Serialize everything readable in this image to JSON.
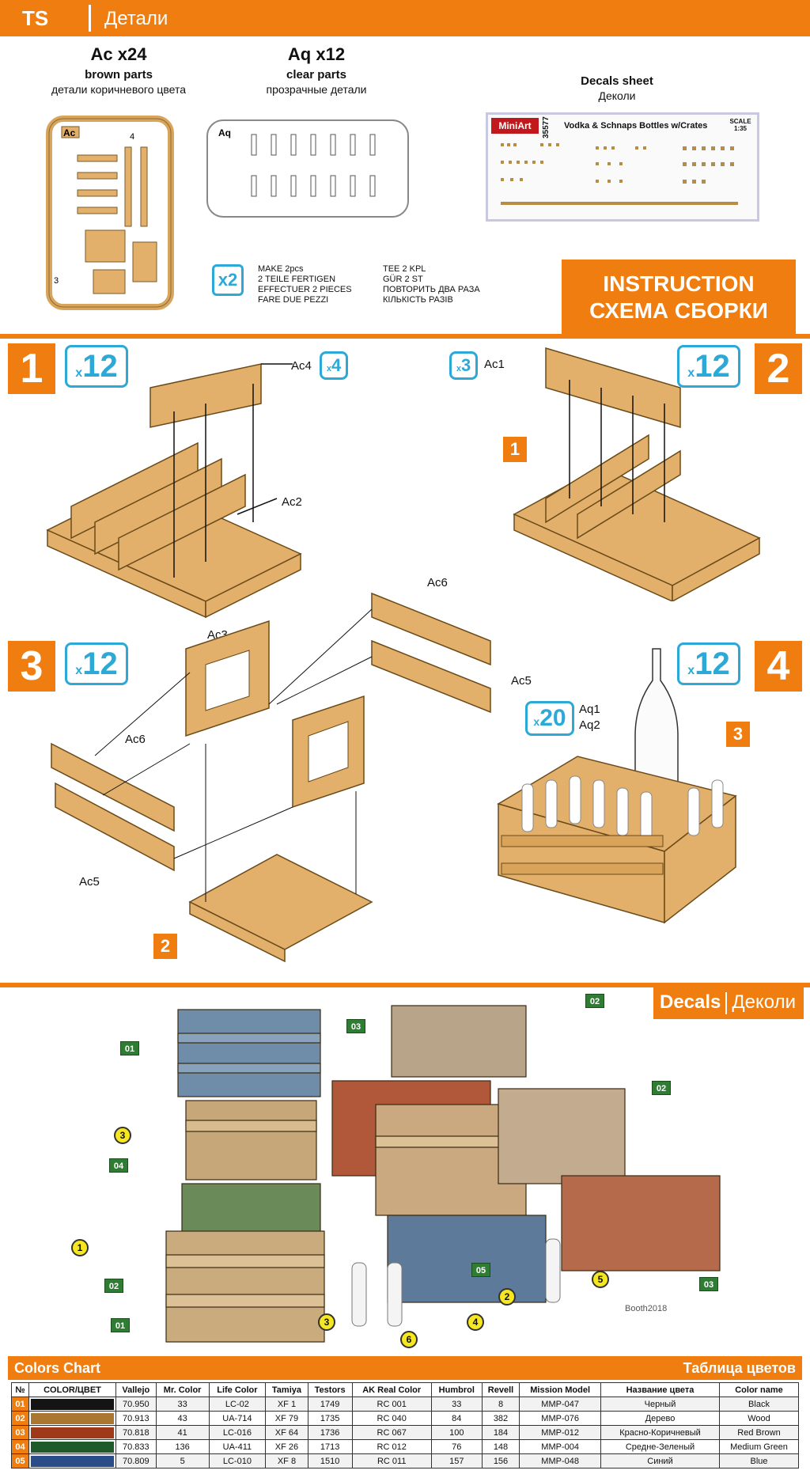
{
  "header": {
    "title_left": "TS",
    "title_right": "Детали"
  },
  "parts": {
    "ac": {
      "name": "Ac x24",
      "en": "brown parts",
      "ru": "детали коричневого цвета"
    },
    "aq": {
      "name": "Aq x12",
      "en": "clear parts",
      "ru": "прозрачные детали"
    },
    "decals": {
      "en": "Decals sheet",
      "ru": "Деколи",
      "sheet_title": "Vodka & Schnaps Bottles w/Crates",
      "brand": "MiniArt",
      "code": "35577",
      "scale": "SCALE 1:35"
    }
  },
  "make2": {
    "badge": "x2",
    "lines_left": [
      "MAKE 2pcs",
      "2 TEILE FERTIGEN",
      "EFFECTUER 2 PIECES",
      "FARE DUE PEZZI"
    ],
    "lines_right": [
      "TEE 2 KPL",
      "GÜR 2 ST",
      "ПОВТОРИТЬ ДВА РАЗА",
      "КІЛЬКІСТЬ РАЗІВ"
    ]
  },
  "instruction": {
    "line1": "INSTRUCTION",
    "line2": "СХЕМА СБОРКИ"
  },
  "steps": {
    "s1": {
      "num": "1",
      "mult": "12",
      "parts": [
        "Ac4",
        "Ac2"
      ],
      "sub_mult": "4"
    },
    "s2": {
      "num": "2",
      "mult": "12",
      "parts": [
        "Ac1"
      ],
      "sub_mult": "3",
      "ref": "1"
    },
    "s3": {
      "num": "3",
      "mult": "12",
      "parts": [
        "Ac6",
        "Ac3",
        "Ac5",
        "Ac6",
        "Ac5"
      ],
      "ref": "2"
    },
    "s4": {
      "num": "4",
      "mult": "12",
      "parts": [
        "Aq1",
        "Aq2"
      ],
      "sub_mult": "20",
      "ref": "3"
    }
  },
  "decals_section": {
    "en": "Decals",
    "ru": "Деколи",
    "credit": "Booth2018"
  },
  "colors": {
    "title_en": "Colors Chart",
    "title_ru": "Таблица цветов",
    "headers": [
      "№",
      "COLOR/ЦВЕТ",
      "Vallejo",
      "Mr. Color",
      "Life Color",
      "Tamiya",
      "Testors",
      "AK Real Color",
      "Humbrol",
      "Revell",
      "Mission Model",
      "Название цвета",
      "Color name"
    ],
    "rows": [
      {
        "n": "01",
        "swatch": "#141414",
        "cells": [
          "70.950",
          "33",
          "LC-02",
          "XF 1",
          "1749",
          "RC 001",
          "33",
          "8",
          "MMP-047",
          "Черный",
          "Black"
        ]
      },
      {
        "n": "02",
        "swatch": "#a9772f",
        "cells": [
          "70.913",
          "43",
          "UA-714",
          "XF 79",
          "1735",
          "RC 040",
          "84",
          "382",
          "MMP-076",
          "Дерево",
          "Wood"
        ]
      },
      {
        "n": "03",
        "swatch": "#9e3a1a",
        "cells": [
          "70.818",
          "41",
          "LC-016",
          "XF 64",
          "1736",
          "RC 067",
          "100",
          "184",
          "MMP-012",
          "Красно-Коричневый",
          "Red Brown"
        ]
      },
      {
        "n": "04",
        "swatch": "#1f5a2b",
        "cells": [
          "70.833",
          "136",
          "UA-411",
          "XF 26",
          "1713",
          "RC 012",
          "76",
          "148",
          "MMP-004",
          "Средне-Зеленый",
          "Medium Green"
        ]
      },
      {
        "n": "05",
        "swatch": "#2a4d8a",
        "cells": [
          "70.809",
          "5",
          "LC-010",
          "XF 8",
          "1510",
          "RC 011",
          "157",
          "156",
          "MMP-048",
          "Синий",
          "Blue"
        ]
      }
    ]
  },
  "photo_tags": {
    "green": [
      "01",
      "01",
      "02",
      "02",
      "02",
      "03",
      "03",
      "04",
      "05"
    ],
    "yellow": [
      "1",
      "2",
      "3",
      "3",
      "4",
      "5",
      "6"
    ]
  }
}
